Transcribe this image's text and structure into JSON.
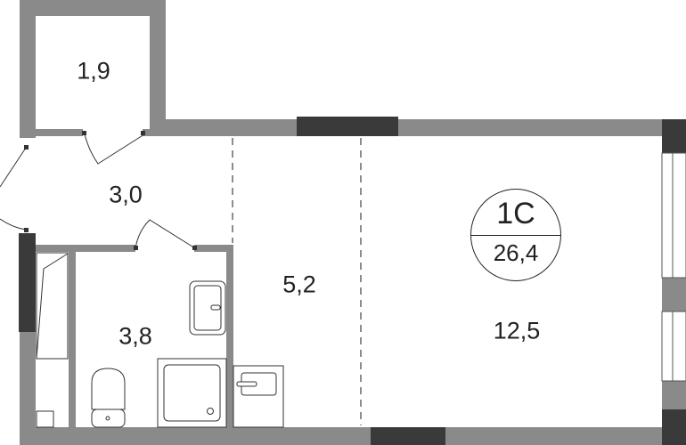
{
  "apartment": {
    "type": "1С",
    "total_area": "26,4"
  },
  "rooms": [
    {
      "id": "storage",
      "area": "1,9"
    },
    {
      "id": "hallway",
      "area": "3,0"
    },
    {
      "id": "bathroom",
      "area": "3,8"
    },
    {
      "id": "kitchen",
      "area": "5,2"
    },
    {
      "id": "living-room",
      "area": "12,5"
    }
  ],
  "colors": {
    "wall": "#8a8a8a",
    "bearing_wall": "#3a3a3a",
    "line": "#333333"
  }
}
